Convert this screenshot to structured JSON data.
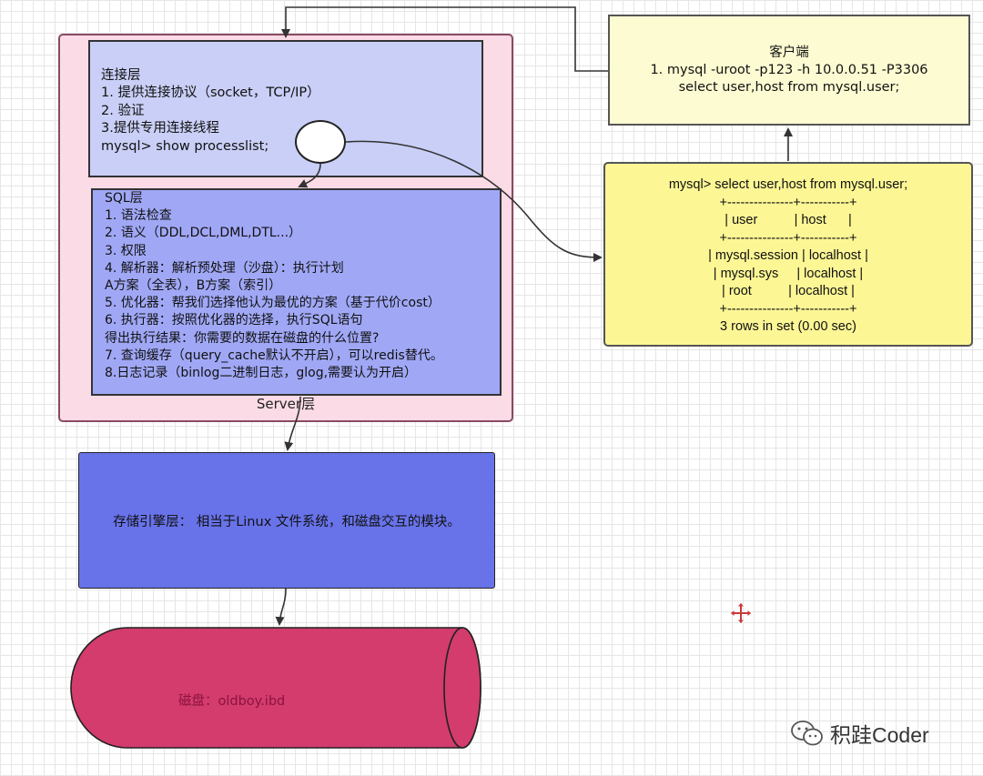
{
  "server_layer": {
    "label": "Server层"
  },
  "connection_layer": {
    "lines": [
      "连接层",
      "1. 提供连接协议（socket，TCP/IP）",
      "2. 验证",
      "3.提供专用连接线程",
      "mysql> show processlist;"
    ]
  },
  "sql_layer": {
    "lines": [
      "SQL层",
      "1. 语法检查",
      "2. 语义（DDL,DCL,DML,DTL...）",
      "3. 权限",
      "4. 解析器：解析预处理（沙盘）：执行计划",
      "A方案（全表），B方案（索引）",
      "5. 优化器：帮我们选择他认为最优的方案（基于代价cost）",
      "6. 执行器：按照优化器的选择，执行SQL语句",
      "得出执行结果：你需要的数据在磁盘的什么位置?",
      "7. 查询缓存（query_cache默认不开启），可以redis替代。",
      "8.日志记录（binlog二进制日志，glog,需要认为开启）"
    ]
  },
  "storage_layer": {
    "text": "存储引擎层：  相当于Linux 文件系统，和磁盘交互的模块。"
  },
  "disk": {
    "label": "磁盘：oldboy.ibd"
  },
  "client_box": {
    "lines": [
      "客户端",
      "1. mysql -uroot -p123 -h 10.0.0.51 -P3306",
      "select user,host from mysql.user;"
    ]
  },
  "result_box": {
    "lines": [
      "mysql> select user,host from mysql.user;",
      "+---------------+-----------+",
      "| user          | host      |",
      "+---------------+-----------+",
      "| mysql.session | localhost |",
      "| mysql.sys     | localhost |",
      "| root          | localhost |",
      "+---------------+-----------+",
      "3 rows in set (0.00 sec)"
    ]
  },
  "watermark": {
    "text": "积跬Coder",
    "icon": "wechat-icon"
  },
  "icons": {
    "move": "move-cursor-icon"
  },
  "colors": {
    "server_fill": "#fbdbe6",
    "connection_fill": "#c9cff6",
    "sql_fill": "#a0a8f6",
    "storage_fill": "#6873ea",
    "disk_fill": "#d33c6c",
    "client_fill": "#fdfbd2",
    "result_fill": "#fcf695"
  }
}
